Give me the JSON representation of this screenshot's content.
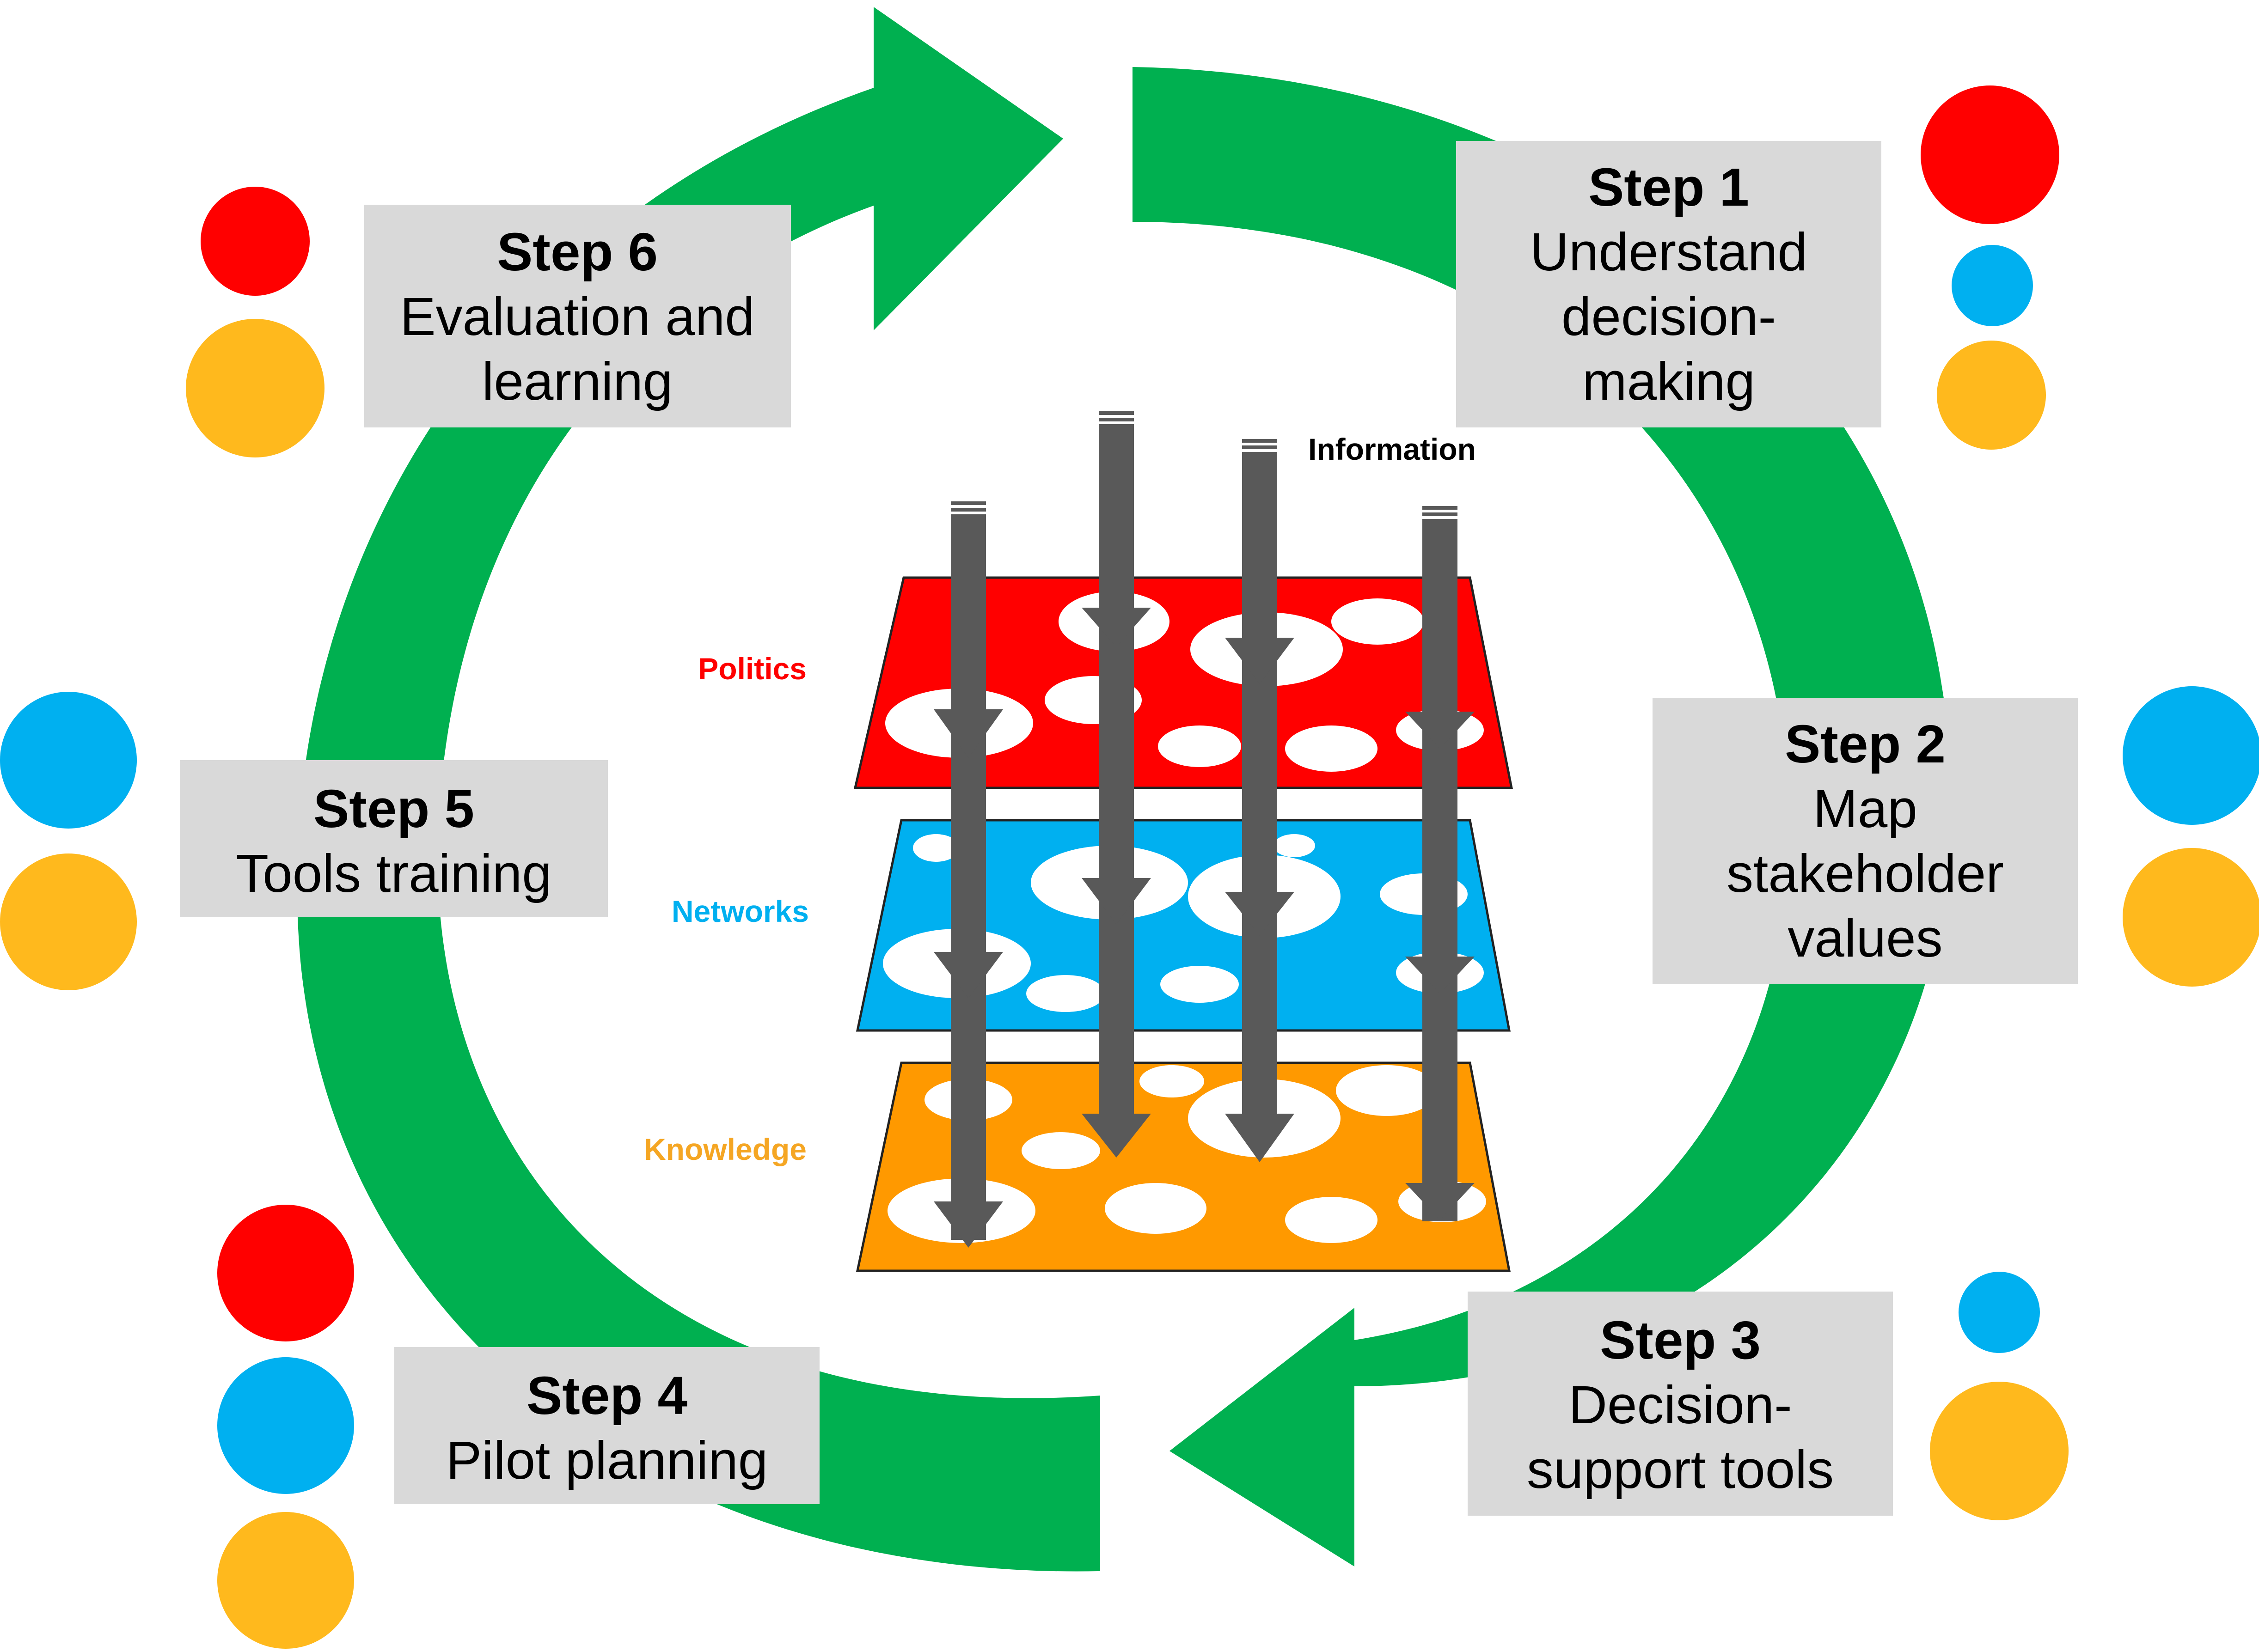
{
  "steps": [
    {
      "id": "step-1",
      "title": "Step 1",
      "lines": [
        "Understand",
        "decision-",
        "making"
      ],
      "dots": [
        "red",
        "blue",
        "orange"
      ]
    },
    {
      "id": "step-2",
      "title": "Step 2",
      "lines": [
        "Map",
        "stakeholder",
        "values"
      ],
      "dots": [
        "blue",
        "orange"
      ]
    },
    {
      "id": "step-3",
      "title": "Step 3",
      "lines": [
        "Decision-",
        "support tools"
      ],
      "dots": [
        "blue",
        "orange"
      ]
    },
    {
      "id": "step-4",
      "title": "Step 4",
      "lines": [
        "Pilot planning"
      ],
      "dots": [
        "red",
        "blue",
        "orange"
      ]
    },
    {
      "id": "step-5",
      "title": "Step 5",
      "lines": [
        "Tools training"
      ],
      "dots": [
        "blue",
        "orange"
      ]
    },
    {
      "id": "step-6",
      "title": "Step 6",
      "lines": [
        "Evaluation and",
        "learning"
      ],
      "dots": [
        "red",
        "orange"
      ]
    }
  ],
  "layers": [
    {
      "id": "politics",
      "label": "Politics",
      "color": "#ff0000"
    },
    {
      "id": "networks",
      "label": "Networks",
      "color": "#00b0f0"
    },
    {
      "id": "knowledge",
      "label": "Knowledge",
      "color": "#ff9900"
    }
  ],
  "information_label": "Information",
  "colors": {
    "cycle_arrow": "#00b050",
    "box_fill": "#d9d9d9",
    "dot_red": "#ff0000",
    "dot_blue": "#00b0f0",
    "dot_orange": "#ffb91d",
    "info_arrow": "#595959",
    "knowledge_text": "#f5a623"
  }
}
